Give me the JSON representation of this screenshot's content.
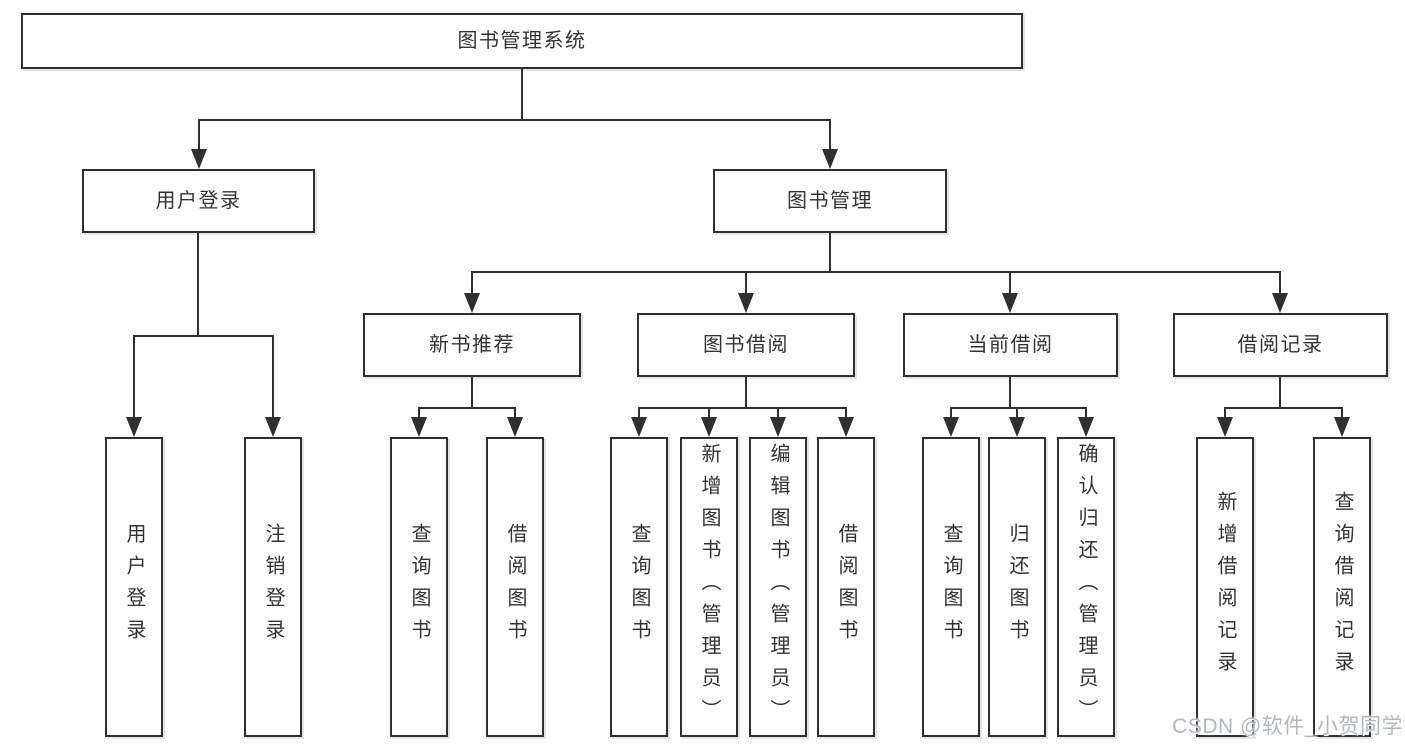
{
  "colors": {
    "line": "#2f2f2f",
    "text": "#333333",
    "watermark": "#b2b7bd"
  },
  "tree": {
    "root": {
      "label": "图书管理系统",
      "children": [
        {
          "label": "用户登录",
          "children": [
            {
              "label": "用户登录"
            },
            {
              "label": "注销登录"
            }
          ]
        },
        {
          "label": "图书管理",
          "children": [
            {
              "label": "新书推荐",
              "children": [
                {
                  "label": "查询图书"
                },
                {
                  "label": "借阅图书"
                }
              ]
            },
            {
              "label": "图书借阅",
              "children": [
                {
                  "label": "查询图书"
                },
                {
                  "label": "新增图书（管理员）"
                },
                {
                  "label": "编辑图书（管理员）"
                },
                {
                  "label": "借阅图书"
                }
              ]
            },
            {
              "label": "当前借阅",
              "children": [
                {
                  "label": "查询图书"
                },
                {
                  "label": "归还图书"
                },
                {
                  "label": "确认归还（管理员）"
                }
              ]
            },
            {
              "label": "借阅记录",
              "children": [
                {
                  "label": "新增借阅记录"
                },
                {
                  "label": "查询借阅记录"
                }
              ]
            }
          ]
        }
      ]
    }
  },
  "watermark": {
    "text": "CSDN @软件_小贺同学"
  }
}
